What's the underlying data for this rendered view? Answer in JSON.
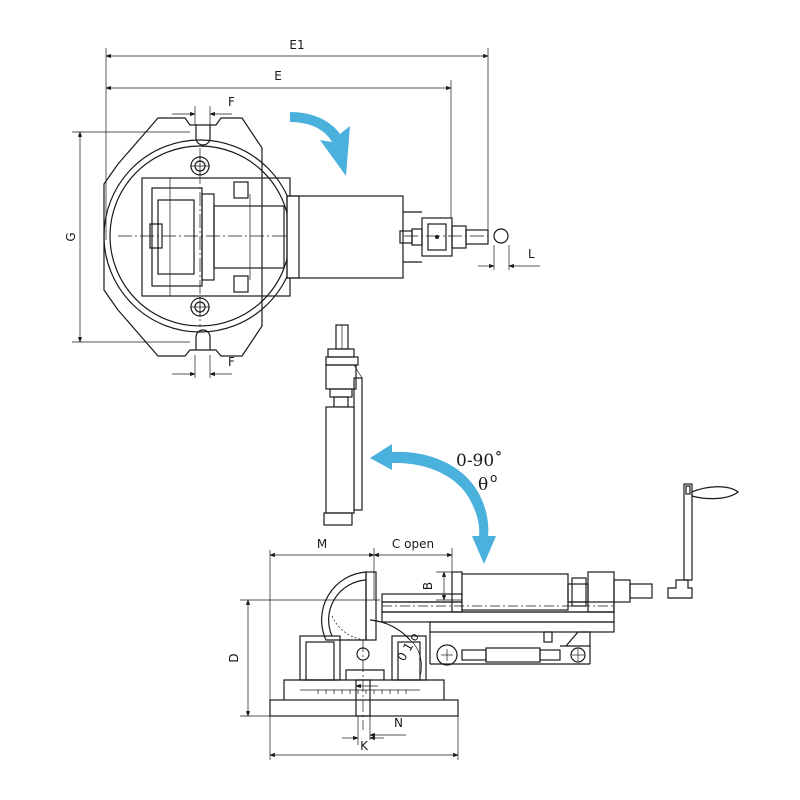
{
  "dimensions": {
    "e1": "E1",
    "e": "E",
    "f_top": "F",
    "f_bottom": "F",
    "g": "G",
    "l": "L",
    "m": "M",
    "c_open": "C open",
    "b": "B",
    "d": "D",
    "n": "N",
    "k": "K"
  },
  "angles": {
    "tilt_range": "0-90˚",
    "theta": "θ",
    "theta_unit": "o",
    "arc_label": "0 1 o"
  },
  "colors": {
    "arrow": "#4ab0dc",
    "line": "#1a1a1a"
  },
  "icons": {
    "rotate_arrow_top": "curved-arrow-icon",
    "tilt_arrow": "double-curved-arrow-icon",
    "handle": "crank-handle-icon"
  }
}
